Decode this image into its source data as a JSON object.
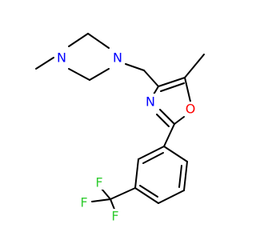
{
  "colors": {
    "background": "#ffffff",
    "bond": "#000000",
    "nitrogen": "#0000ff",
    "oxygen": "#ff0000",
    "fluorine": "#33cc33"
  },
  "atoms": {
    "piperazine_n_methyl": "N",
    "piperazine_n_ch2": "N",
    "oxazole_n": "N",
    "oxazole_o": "O",
    "fluorine_1": "F",
    "fluorine_2": "F",
    "fluorine_3": "F"
  }
}
